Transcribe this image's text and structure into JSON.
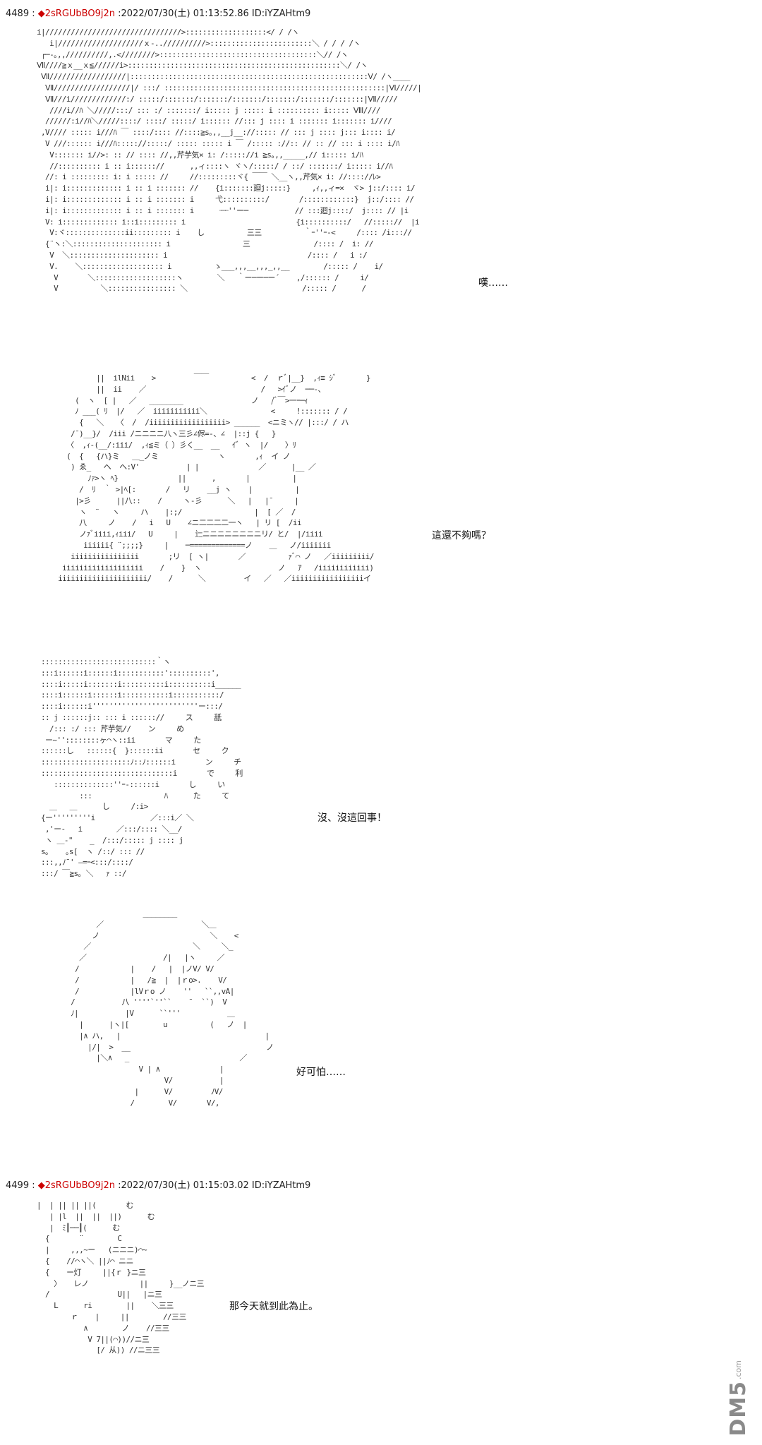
{
  "posts": [
    {
      "number": "4489",
      "diamond": "◆",
      "trip": "2sRGUbBO9j2n",
      "datetime": "2022/07/30(土) 01:13:52.86",
      "id": "ID:iYZAHtm9"
    },
    {
      "number": "4499",
      "diamond": "◆",
      "trip": "2sRGUbBO9j2n",
      "datetime": "2022/07/30(土) 01:15:03.02",
      "id": "ID:iYZAHtm9"
    }
  ],
  "panels": [
    {
      "caption": "嘆……",
      "art": "i|////////////////////////////////>:::::::::::::::::::</ / /ヽ\n   i|////////////////////ｘ-..//////////>::::::::::::::::::::::::＼ / / / /ヽ\n ┌─-｡,,//////////,.<////////>:::::::::::::::::::::::::::::::::::::＼// /ヽ\nⅦ////≧ｘ__ｘ≦//////i>::::::::::::::::::::::::::::::::::::::::::::::::::＼/ /ヽ\n Ⅶ//////////////////|::::::::::::::::::::::::::::::::::::::::::::::::::::::::Ⅴ/ /ヽ____\n  Ⅶ//////////////////|/ :::/ ::::::::::::::::::::::::::::::::::::::::::::::::::::|Ⅵ/////|\n  Ⅶ///i/////////////:/ :::::/:::::::/:::::::/:::::::/:::::::/:::::::/:::::::|Ⅶ/////\n   ////i//ﾊ ＼/////:::/ ::: :/ :::::::/ i::::: j ::::: i :::::::::: i::::: Ⅷ////\n  //////:i//ﾊ＼/////::::/ ::::/ :::::/ i:::::: //::: j :::: i ::::::: i::::::: i////\n ,V//// ::::: i///ﾊ ￣ ::::/:::: //::::≧s｡,,__j__://::::: // ::: j :::: j::: i:::: i/\n  V ///:::::: i///ﾊ::::://:::::/ ::::: ::::: i ￣ /::::: ://:: // :: // ::: i :::: i/ﾊ\n   V::::::: i//>: :: // :::: //,,芹芋気× i: /::::://i ≧s｡,,_____,// i::::: i/ﾊ\n   //:::::::::: i :: i:::::://      ,,ィ::::ヽ ヾヽ/:::::/ / ::/ :::::::/ i::::: i//ﾊ\n  //: i ::::::::: i: i ::::: //     //:::::::::ヾ{ ￣￣ ＼__ヽ,,芹気× i: //:::://ﾚ>\n  i|: i::::::::::::: i :: i ::::::: //    {i:::::::廻j:::::}     ,ｨ,,ィ=×  ヾ> j::/:::: i/\n  i|: i::::::::::::: i :: i ::::::: i     弋::::::::::/       /::::::::::::}  j::/:::: //\n  i|: i::::::::::::: i :: i ::::::: i      ┈┈''ー─           // :::廻j::::/  j:::: // |i\n  V: i::::::::::::: i::i::::::::: i                          {i::::::::::/   //::::://  |i\n   V:ヾ::::::::::::::ii::::::::: i    し          三三          ｀ｰ''ｰ-<     /:::: /i::://\n  {¨ヽ:＼::::::::::::::::::::: i                 三               /:::: /  i: //\n   V  ＼::::::::::::::::::::: i                                 /:::: /   i :/\n   V.    ＼::::::::::::::::::: i          ゝ___,,,__,,,_,,__        /::::: /    i/\n    V       ＼:::::::::::::::::::ヽ        ＼   ｀ー─ー─ー´    ,/:::::: /     i/\n    V          ＼:::::::::::::::: ＼                           /::::: /      /"
    },
    {
      "caption": "這還不夠嗎？",
      "art": "            ||  ilNii    >         ￣￣          <  /  ｒﾞ|__}  ,ｨ≡ ｼﾞ       }\n            ||  ii    ／                           /   >ｲﾞノ  ──-、\n       (  ヽ  [ |   ／   ________                ノ   /ﾞ￣>一ｰ─ｨ\n       ﾉ ___( ﾘ  |/   ／  iiiiiiiiiii＼               <     !::::::: / /\n        {   ＼   〈  /  /iiiiiiiiiiiiiiiiii> ______  <ニミヽ// |:::/ / ハ\n      /¯)__}/  /iii /ニニニニ八ヽ三彡∠侭=-、∠  |::j {   }\n     〈  ,ｨ-(__/:iii/  ,ｨ≦ミ（ ）彡く__  __   ｲﾞ ヽ  |/    〉ﾘ\n     (  {   {ハ}ミ   ＿_ノミ              ヽ       ,ｨ  イ ノ\n      ) ゑ_   ヘ  ヘ:V'           | |              ／      |__ ／\n          ﾉｧ>ヽ ﾍ}              ||      ,       |          |\n        /  ﾘ  ｀ >|ﾍ[:       /   リ    __j ヽ    |          |\n       |>彡      ||八::    /     ヽ-彡      ＼   |   |¯     |\n        ヽ  ¨   ヽ     ハ    |:;/                 |  [ ／  /\n        八     ノ    /   i   U    ∠ニ二二二二一ヽ   | リ [  /ii\n        ノｧﾞiiii,ｨiii/   U     |    辷ニニニニニニニニリ/ と/  |/iiii\n         iiiiii{ ¨;;;;}     |    ─=============ノ    ＿   ノ/iiiiiii\n      iiiiiiiiiiiiiiii       ;リ  [ ヽ|       ／          ｧﾞ⌒ ノ   ／iiiiiiiii/\n    iiiiiiiiiiiiiiiiiii    /    }  ヽ                  ノ   ｱ   /iiiiiiiiiiii)\n   iiiiiiiiiiiiiiiiiiiii/    /      ＼         イ   ／   ／iiiiiiiiiiiiiiiiiイ"
    },
    {
      "caption": "沒、沒這回事！",
      "art": ":::::::::::::::::::::::::::｀ヽ\n:::i::::::i::::::i:::::::::::'::::::::::',\n::::i:::::i:::::::i::::::::::i::::::::::i______\n::::i::::::i::::::i:::::::::::i:::::::::::/\n::::i::::::i'''''''''''''''''''''''''ー:::/\n:: j ::::::j:: ::: i :::::://     ス     舐\n  /::: :/ ::: 芹芋気//    ン     め\n ー~''::::::::ヶ⌒ヽ::ii       マ     た\n::::::し   ::::::{  }::::::ii       セ     ク\n:::::::::::::::::::::ﾉ::ﾉ::::::i       ン     チ\n:::::::::::::::::::::::::::::::i       で     利\n   ::::::::::::::''ｰ-::::::i       し     い\n         :::                 ﾊ      た     て\n  ＿   ＿      し     /:i>\n{ー'''''''''i             ／:::i／ ＼\n ,'ー-   i        ／:::/:::: ＼__/\n ヽ ＿-\"    _  /:::/::::: j :::: j\ns｡    ｡s[  ヽ /::/ ::: //\n:::,,ﾉ¯' ―=ｰ<:::/::::/\n:::/ ￣≧s｡ ＼   ｧ ::/"
    },
    {
      "caption": "好可怕……",
      "art": "                       ________\n            ／                       ＼＿\n           ノ                          ＼    <\n         ／                        ＼     ＼_\n        ／                  /|   |ヽ     ／\n       /            |    /   |  |ノV/ V/\n       /            |   /≧  |  |ｒo>.    V/\n       /            |lVｒo ノ    ''   ``,,vA|\n      /           八 ''''`''``    ¯  ``)  V\n      ﾉ|           |V      ``'''           ＿\n        |      |ヽ|[        u          (   ノ  |\n        |∧ ハ,   |                                  |\n          |/|  >  __                                ノ\n            |＼∧   _                          ／\n                      V | ∧              |\n                            V/           |\n                     |      V/         ﾉV/\n                    /        V/       V/,"
    },
    {
      "caption": "那今天就到此為止。",
      "art": "|  | || || ||(       む\n   | |l  ||  ||  ||)      む\n   |  ﾐ┃──┃(      む\n  {       ¨        C\n  |     ,,,~ー   (ニニニ)⌒~\n  {    //⌒ヽ＼ ||ﾉ⌒ ニニ\n  {    ー灯     ||{ｒ }ニ三\n    〉   レノ            ||     }__ノニ三\n  /                U||   |ニ三\n    L      ri        ||    ＼三三\n        ｒ    |     ||        //三三\n           ∧        ノ    //三三\n            V 7||(⌒))//ニ三\n              [/ 从)) //ニ三三"
    }
  ],
  "watermark": {
    "text": "DM5",
    "sub": ".com"
  }
}
